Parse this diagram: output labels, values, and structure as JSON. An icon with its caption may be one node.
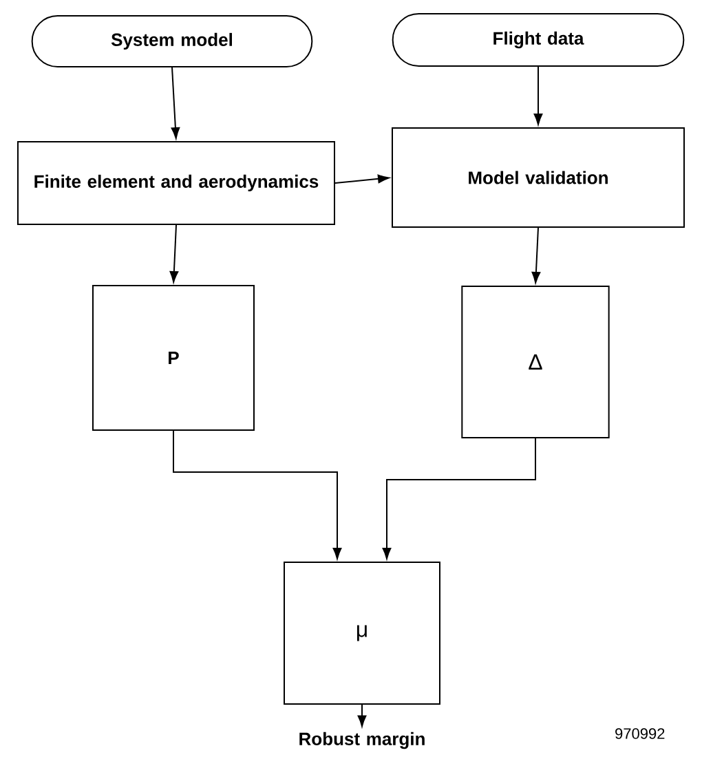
{
  "diagram": {
    "nodes": [
      {
        "text": [
          "System model"
        ]
      },
      {
        "text": [
          "Flight data"
        ]
      },
      {
        "text": [
          "Finite element and aerodynamics"
        ]
      },
      {
        "text": [
          "Model validation"
        ]
      },
      {
        "text": [
          "P"
        ]
      },
      {
        "text": [
          "Δ"
        ]
      },
      {
        "text": [
          "μ"
        ]
      },
      {
        "text": [
          "Robust margin"
        ]
      }
    ],
    "edges": [
      {
        "from": 0,
        "to": 2,
        "arrow": "to"
      },
      {
        "from": 1,
        "to": 3,
        "arrow": "to"
      },
      {
        "from": 2,
        "to": 3,
        "arrow": "to"
      },
      {
        "from": 2,
        "to": 4,
        "arrow": "to"
      },
      {
        "from": 3,
        "to": 5,
        "arrow": "to"
      },
      {
        "from": 4,
        "to": 6,
        "arrow": "to"
      },
      {
        "from": 5,
        "to": 6,
        "arrow": "to"
      },
      {
        "from": 6,
        "to": 7,
        "arrow": "to"
      }
    ],
    "labels": [
      "970992"
    ]
  }
}
